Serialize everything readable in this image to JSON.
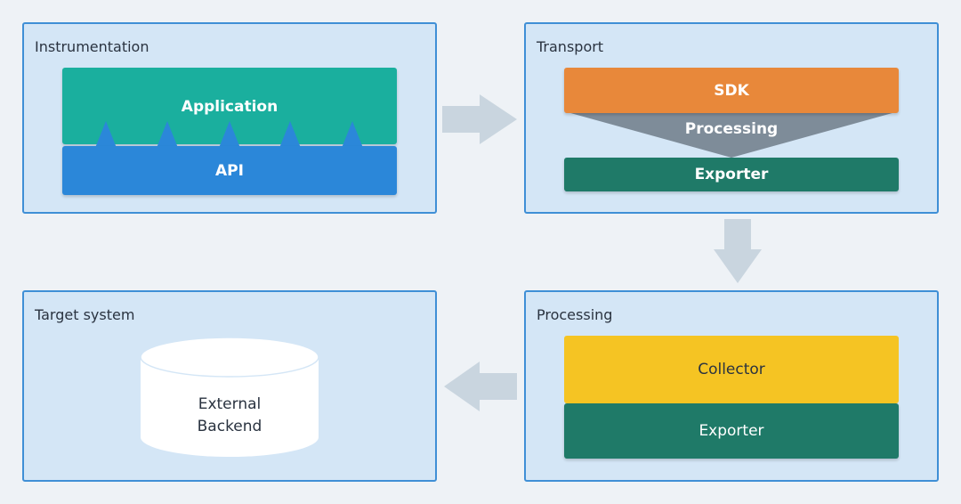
{
  "colors": {
    "background": "#eef2f6",
    "panel_fill": "#d4e6f6",
    "panel_border": "#3f8fd6",
    "application": "#1aaf9e",
    "api": "#2b87d9",
    "sdk": "#e8883a",
    "processing_funnel": "#7e8c99",
    "exporter": "#1f7a68",
    "collector": "#f5c423",
    "arrow": "#c9d5df",
    "cylinder": "#ffffff"
  },
  "panels": {
    "instrumentation": {
      "title": "Instrumentation",
      "application_label": "Application",
      "api_label": "API"
    },
    "transport": {
      "title": "Transport",
      "sdk_label": "SDK",
      "processing_label": "Processing",
      "exporter_label": "Exporter"
    },
    "processing": {
      "title": "Processing",
      "collector_label": "Collector",
      "exporter_label": "Exporter"
    },
    "target": {
      "title": "Target system",
      "backend_line1": "External",
      "backend_line2": "Backend"
    }
  },
  "arrows": [
    {
      "from": "instrumentation",
      "to": "transport",
      "direction": "right"
    },
    {
      "from": "transport",
      "to": "processing",
      "direction": "down"
    },
    {
      "from": "processing",
      "to": "target",
      "direction": "left"
    }
  ]
}
